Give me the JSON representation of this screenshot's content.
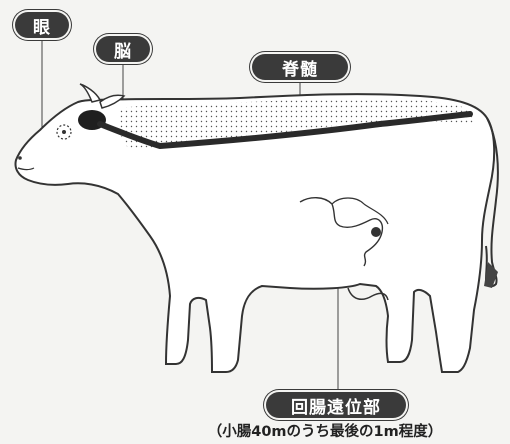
{
  "labels": {
    "eye": "眼",
    "brain": "脳",
    "spinal_cord": "脊髄",
    "distal_ileum": "回腸遠位部"
  },
  "caption": "（小腸40mのうち最後の1m程度）",
  "colors": {
    "label_bg": "#3a3a3a",
    "label_text": "#ffffff",
    "outline": "#333333",
    "spinal_cord": "#2a2a2a"
  }
}
